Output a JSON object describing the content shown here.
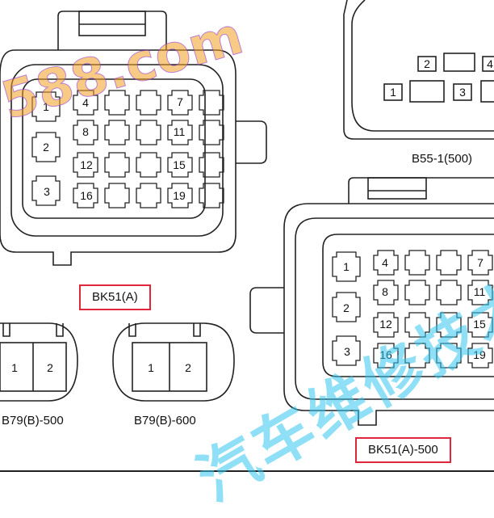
{
  "connectors": {
    "bk51a": {
      "label": "BK51(A)",
      "pins": [
        "1",
        "2",
        "3",
        "4",
        "8",
        "12",
        "16",
        "7",
        "11",
        "15",
        "19"
      ]
    },
    "bk51a500": {
      "label": "BK51(A)-500",
      "pins": [
        "1",
        "2",
        "3",
        "4",
        "8",
        "12",
        "16",
        "7",
        "11",
        "15",
        "19"
      ]
    },
    "b55": {
      "label": "B55-1(500)",
      "pins": [
        "2",
        "4",
        "1",
        "3"
      ]
    },
    "b79b500": {
      "label": "B79(B)-500",
      "pins": [
        "1",
        "2"
      ]
    },
    "b79b600": {
      "label": "B79(B)-600",
      "pins": [
        "1",
        "2"
      ]
    }
  },
  "watermarks": {
    "site": "588.com",
    "chinese": "汽车维修技术网"
  },
  "colors": {
    "line": "#222222",
    "label_border": "#e0263a",
    "watermark_orange": "#f0a020",
    "watermark_purple": "#8a2be2",
    "watermark_cyan": "#33c6f0"
  }
}
